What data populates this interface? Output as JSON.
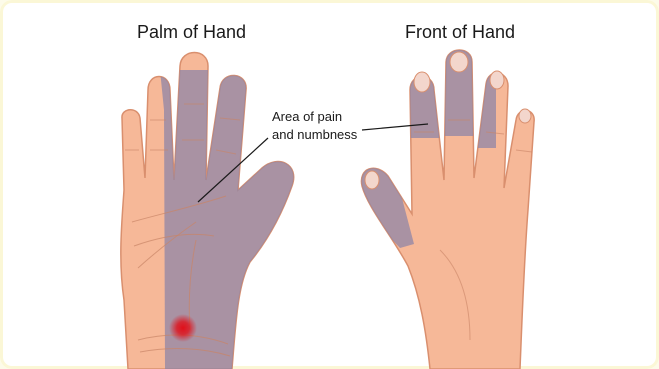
{
  "labels": {
    "palm_title": "Palm of Hand",
    "front_title": "Front of Hand",
    "callout_line1": "Area of pain",
    "callout_line2": "and numbness"
  },
  "colors": {
    "background": "#ffffff",
    "border": "#fbf7d6",
    "skin": "#f6b898",
    "skin_outline": "#d98f6e",
    "affected_overlay": "#8a84a8",
    "pain_spot": "#e0101a",
    "leader_line": "#1a1a1a"
  }
}
